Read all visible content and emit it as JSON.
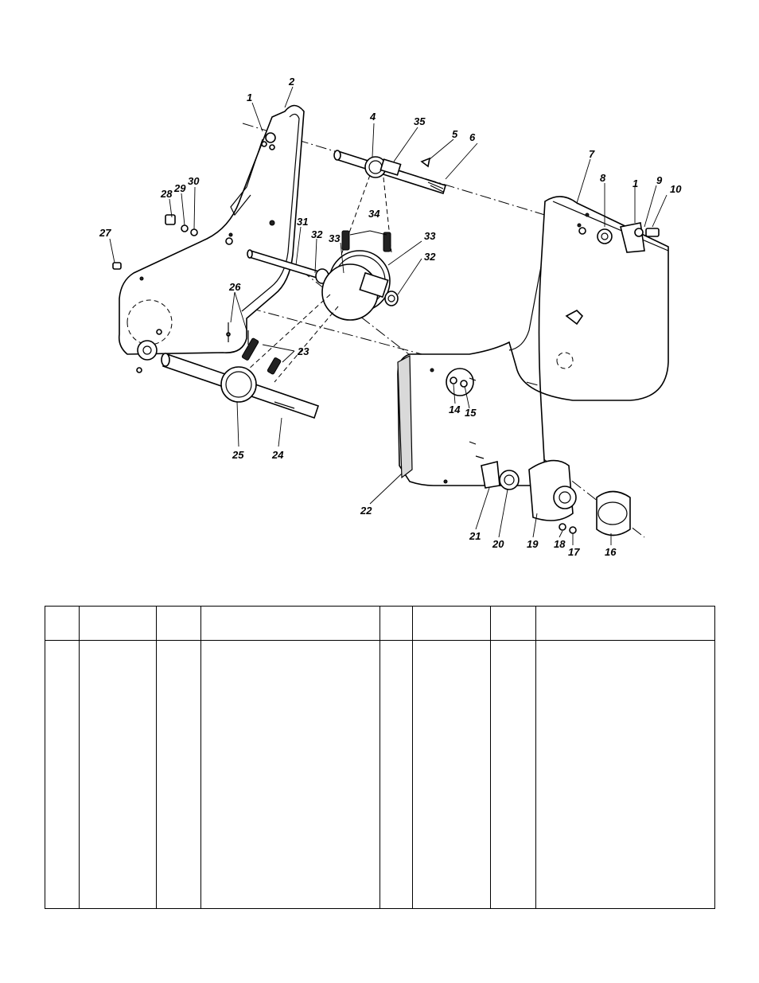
{
  "diagram": {
    "callouts": [
      "1",
      "2",
      "4",
      "35",
      "5",
      "6",
      "7",
      "8",
      "1",
      "9",
      "10",
      "28",
      "29",
      "30",
      "27",
      "31",
      "32",
      "33",
      "34",
      "33",
      "32",
      "26",
      "23",
      "14",
      "15",
      "25",
      "24",
      "22",
      "21",
      "20",
      "19",
      "18",
      "17",
      "16"
    ]
  },
  "table": {
    "columns": 8,
    "headers": [
      "",
      "",
      "",
      "",
      "",
      "",
      "",
      ""
    ],
    "rows": [
      [
        "",
        "",
        "",
        "",
        "",
        "",
        "",
        ""
      ]
    ]
  }
}
